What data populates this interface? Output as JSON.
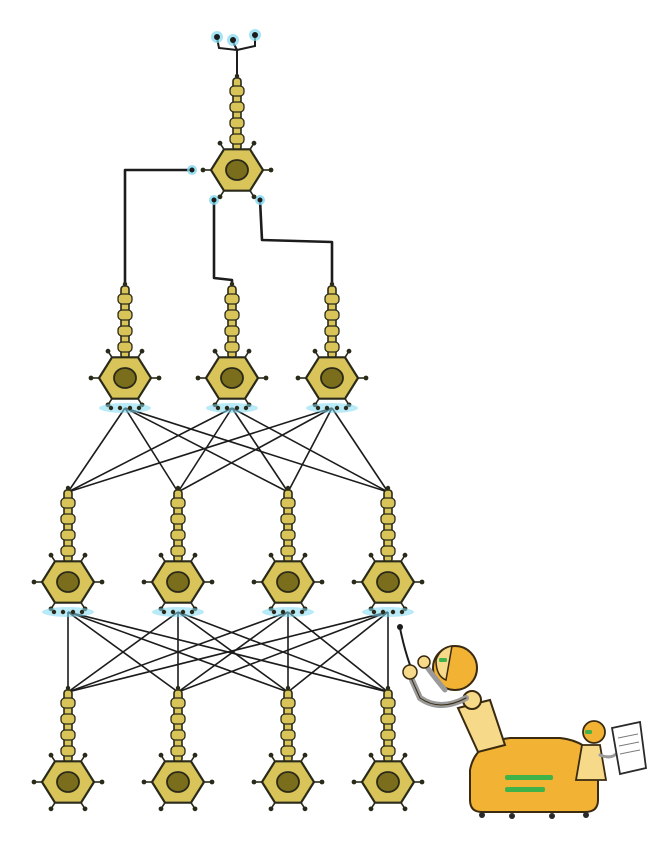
{
  "diagram": {
    "title": "",
    "layers": [
      {
        "name": "output",
        "count": 1
      },
      {
        "name": "hidden-2",
        "count": 3
      },
      {
        "name": "hidden-1",
        "count": 4
      },
      {
        "name": "input",
        "count": 4
      }
    ],
    "connections": [
      {
        "from_layer": 3,
        "to_layer": 2,
        "pattern": "fully-connected"
      },
      {
        "from_layer": 2,
        "to_layer": 1,
        "pattern": "fully-connected"
      },
      {
        "from_layer": 1,
        "to_layer": 0,
        "pattern": "fully-connected"
      }
    ],
    "figures": [
      {
        "name": "robot-worker",
        "action": "wiring-neurons"
      },
      {
        "name": "small-robot",
        "action": "holding-clipboard"
      }
    ],
    "colors": {
      "neuron_fill": "#d9c45a",
      "neuron_stroke": "#2a2a1a",
      "nucleus_fill": "#7a6d1c",
      "wire": "#1c1c1c",
      "glow": "#7fd8f0",
      "robot_body": "#f2b233",
      "robot_trim": "#f7d98a",
      "robot_accent": "#3fb34a"
    }
  }
}
